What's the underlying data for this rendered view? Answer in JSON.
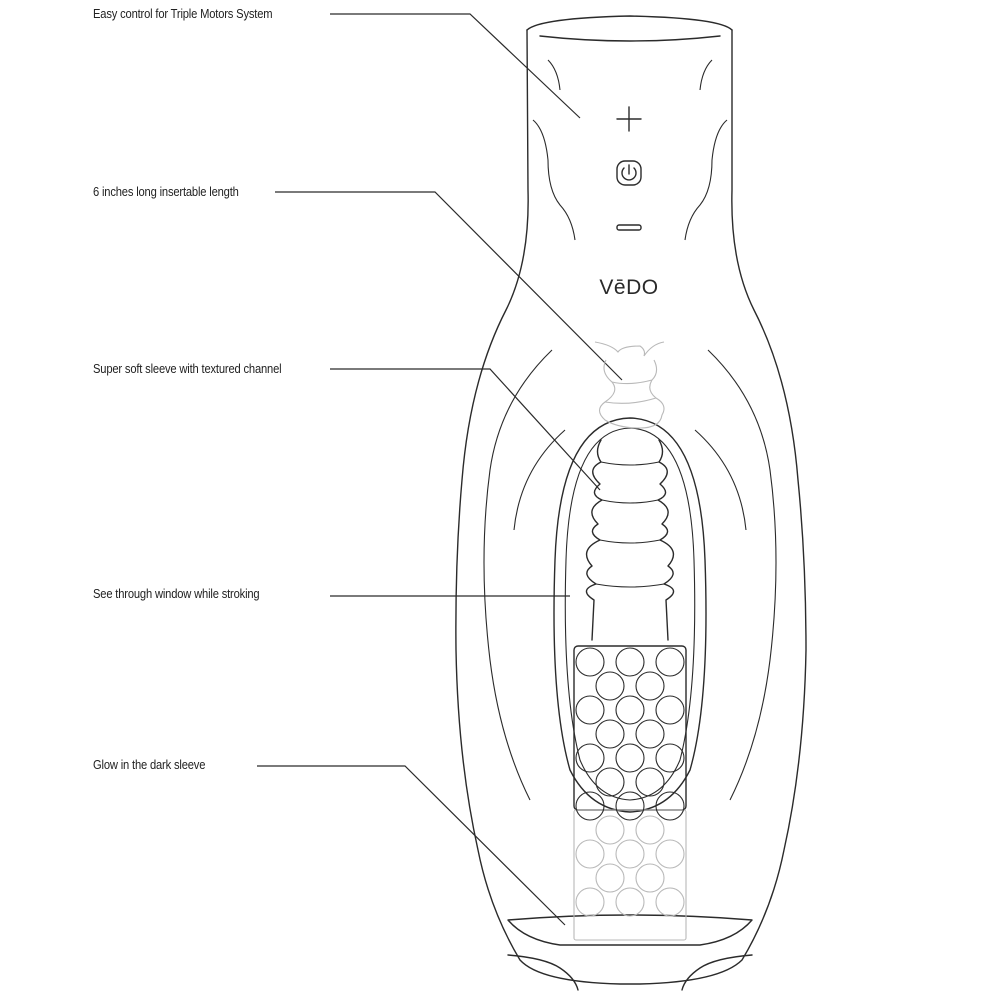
{
  "callouts": [
    {
      "label": "Easy control for Triple Motors System"
    },
    {
      "label": "6 inches long insertable length"
    },
    {
      "label": "Super soft sleeve with textured channel"
    },
    {
      "label": "See through window while stroking"
    },
    {
      "label": "Glow in the dark sleeve"
    }
  ],
  "device": {
    "brand": "VēDO",
    "controls": [
      {
        "icon": "plus-icon"
      },
      {
        "icon": "power-icon"
      },
      {
        "icon": "minus-icon"
      }
    ]
  },
  "colors": {
    "line": "#2b2b2b",
    "faint": "#b9b9b9",
    "background": "#ffffff"
  }
}
